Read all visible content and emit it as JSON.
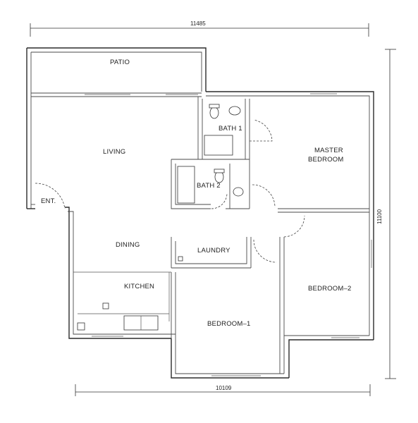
{
  "dimensions": {
    "top": "11485",
    "right": "11100",
    "bottom": "10109"
  },
  "rooms": {
    "patio": "PATIO",
    "living": "LIVING",
    "bath1": "BATH 1",
    "master_line1": "MASTER",
    "master_line2": "BEDROOM",
    "bath2": "BATH 2",
    "entrance": "ENT.",
    "dining": "DINING",
    "laundry": "LAUNDRY",
    "kitchen": "KITCHEN",
    "bedroom1": "BEDROOM–1",
    "bedroom2": "BEDROOM–2"
  }
}
